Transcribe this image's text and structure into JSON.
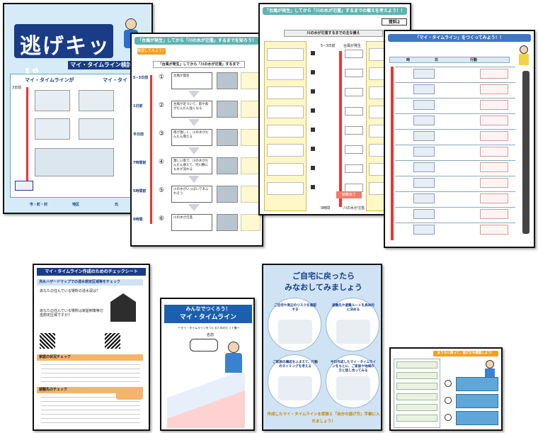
{
  "nigekit": {
    "title_chars": "逃げキッド",
    "subtitle": "マイ・タイムライン検討ツール",
    "timeline_label_1": "マイ・タイムラインが",
    "timeline_label_2": "マイ・タイ",
    "day_label": "3日前",
    "footer_city": "市・町・村",
    "footer_ward": "地区",
    "footer_name": "氏"
  },
  "typhoon_sheet": {
    "header": "「台風が発生」してから「川の水が氾濫」するまでを知ろう！",
    "step_btn": "確認してみよう！",
    "caption": "「台風が発生」してから「川の水が氾濫」するまで",
    "times": [
      "5~3日前",
      "1日前",
      "半日前",
      "7時間前",
      "5時間前",
      "0時間"
    ],
    "nums": [
      "①",
      "②",
      "③",
      "④",
      "⑤",
      "⑥"
    ],
    "events": [
      "台風が発生",
      "台風が近づいて、雨や風がだんだん強くなる",
      "雨が激しく、川の水がだんだん増える",
      "激しい雨で、川の水がだんだん増えて、河川敷にも水が流れる",
      "川の水がいっぱいであふれそう",
      "川の水が氾濫"
    ]
  },
  "prep_sheet": {
    "header": "「台風が発生」してから「川の水が氾濫」するまでの備えを考えよう！！",
    "resource_label": "資料2",
    "sub_header": "川の水が氾濫するまでの主な備え",
    "day_label": "5~3日前",
    "start_label": "台風が発生",
    "end_label": "避難完了",
    "bottom_time": "0時間",
    "bottom_event": "川の水が氾濫"
  },
  "mytimeline_sheet": {
    "header": "「マイ・タイムライン」をつくってみよう！！",
    "cols": [
      "時",
      "日",
      "行動"
    ]
  },
  "checklist": {
    "header": "マイ・タイムライン作成のためのチェックシート",
    "section1": "洪水ハザードマップでの浸水想定区域等をチェック",
    "section2": "家庭の状況チェック",
    "section3": "避難先のチェック",
    "q1": "あなたの住んでいる場所の浸水深は？",
    "q2": "あなたの住んでいる場所は家屋倒壊等氾濫想定区域ですか？"
  },
  "minnade": {
    "title1": "みんなでつくろう！",
    "title2": "マイ・タイムライン",
    "subtitle": "～マイ・タイムラインをつくるためのヒント集～",
    "name_label": "名前"
  },
  "review": {
    "title1": "ご自宅に戻ったら",
    "title2": "みなおしてみましょう",
    "tips": [
      "ご自宅や周辺のリスクを確認する",
      "避難先や避難ルートを具体的に決める",
      "ご家族の構成をふまえて、行動のタイミングを考える",
      "今日作成したマイ・タイムラインをもとに、ご家族や地域の方と話し合ってみる"
    ],
    "footer": "作成したマイ・タイムラインを家族と「自分の逃げ方」手帳に入れましょう！"
  },
  "wrap": {
    "header": "おうちに帰って、逃げ方を確認しよう！"
  },
  "colors": {
    "navy": "#1a3c86",
    "cyan": "#3aa6d8",
    "blue": "#4c6fb5",
    "teal": "#5fb3b0",
    "orange": "#f0a020",
    "yellow": "#f7e37a"
  }
}
